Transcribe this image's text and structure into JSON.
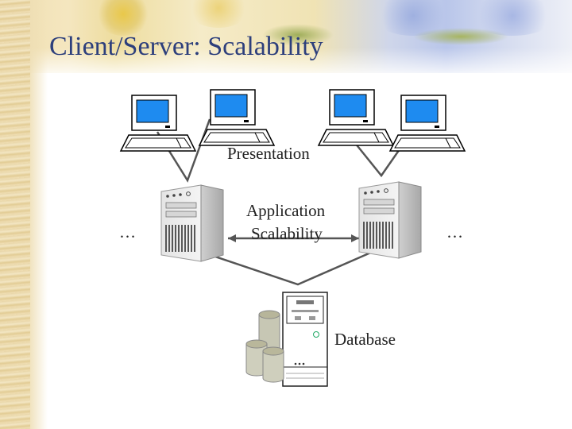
{
  "slide": {
    "title": "Client/Server: Scalability"
  },
  "diagram": {
    "presentation_label": "Presentation",
    "application_label_line1": "Application",
    "application_label_line2": "Scalability",
    "database_label": "Database",
    "ellipsis_left": "…",
    "ellipsis_right": "…"
  },
  "colors": {
    "title": "#2d3f7c",
    "screen": "#1e8bf0",
    "line": "#555555"
  }
}
